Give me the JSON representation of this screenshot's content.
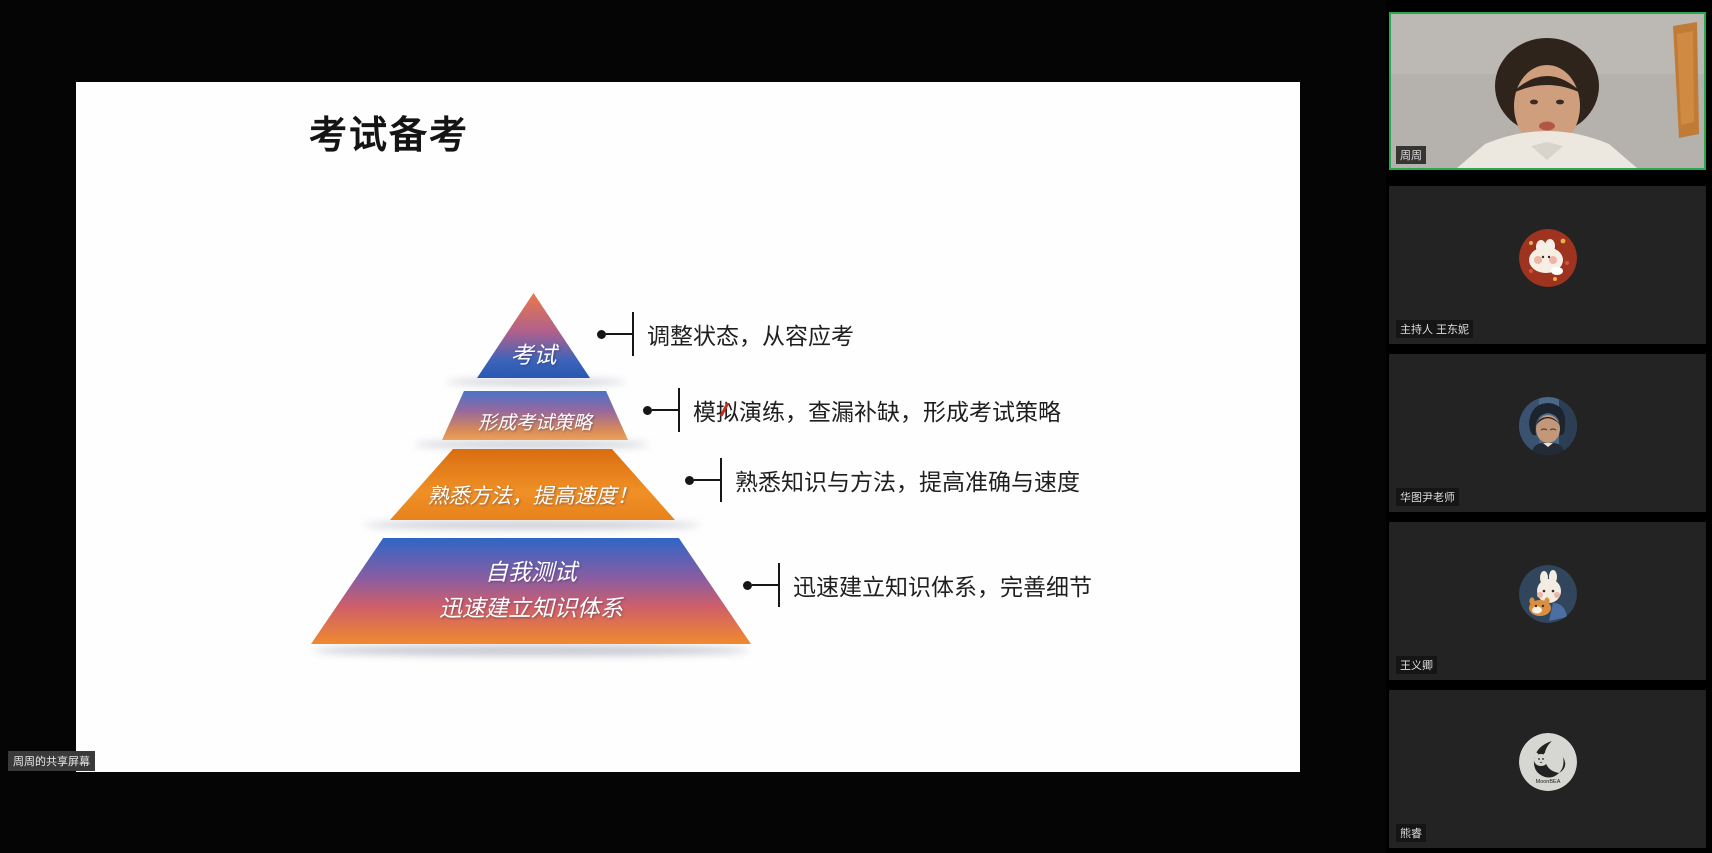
{
  "meeting": {
    "shared_screen_label": "周周的共享屏幕"
  },
  "slide": {
    "title": "考试备考",
    "pyramid_levels": [
      {
        "label": "考试",
        "annotation": "调整状态，从容应考"
      },
      {
        "label": "形成考试策略",
        "annotation": "模拟演练，查漏补缺，形成考试策略"
      },
      {
        "label": "熟悉方法，提高速度！",
        "annotation": "熟悉知识与方法，提高准确与速度"
      },
      {
        "label_line1": "自我测试",
        "label_line2": "迅速建立知识体系",
        "annotation": "迅速建立知识体系，完善细节"
      }
    ]
  },
  "participants": [
    {
      "name": "周周",
      "kind": "video",
      "active_speaker": true
    },
    {
      "name": "主持人 王东妮",
      "kind": "avatar"
    },
    {
      "name": "华图尹老师",
      "kind": "avatar"
    },
    {
      "name": "王义卿",
      "kind": "avatar"
    },
    {
      "name": "熊睿",
      "kind": "avatar",
      "avatar_caption": "MoonBEA"
    }
  ],
  "colors": {
    "active_speaker_border": "#2aa84f",
    "pyramid_blue": "#2f63c0",
    "pyramid_orange": "#e8821e",
    "annotation_text": "#1f1f1f",
    "pen_mark": "#c82f20",
    "slide_background": "#fefefe"
  }
}
